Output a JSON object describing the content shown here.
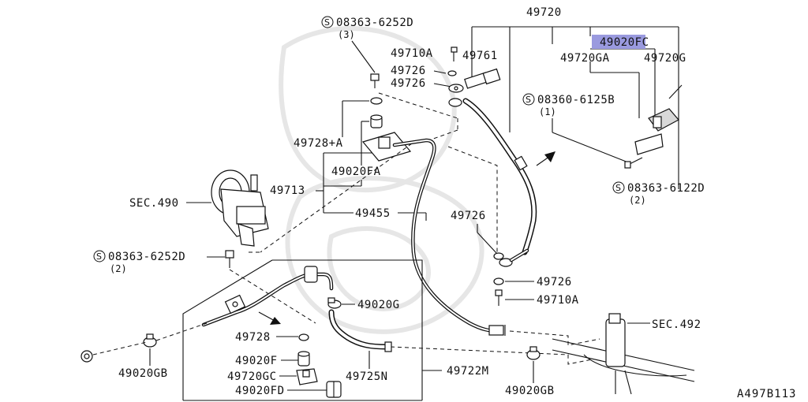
{
  "diagram_ref": "A497B113",
  "highlight_color": "#9a9adf",
  "labels": {
    "p49720": "49720",
    "p49020FC": "49020FC",
    "p49720GA": "49720GA",
    "p49720G": "49720G",
    "p49710A_top": "49710A",
    "p49761": "49761",
    "p49726_a": "49726",
    "p49726_b": "49726",
    "bolt_08363_6252D_top": "08363-6252D",
    "bolt_08363_6252D_top_qty": "(3)",
    "bolt_08360_6125B": "08360-6125B",
    "bolt_08360_6125B_qty": "(1)",
    "bolt_08363_6122D": "08363-6122D",
    "bolt_08363_6122D_qty": "(2)",
    "p49728A": "49728+A",
    "p49020FA": "49020FA",
    "p49713": "49713",
    "p49455": "49455",
    "sec490": "SEC.490",
    "p49726_c": "49726",
    "bolt_08363_6252D_left": "08363-6252D",
    "bolt_08363_6252D_left_qty": "(2)",
    "p49726_d": "49726",
    "p49710A_bottom": "49710A",
    "p49020G": "49020G",
    "sec492": "SEC.492",
    "p49728": "49728",
    "p49020F": "49020F",
    "p49720GC": "49720GC",
    "p49725N": "49725N",
    "p49722M": "49722M",
    "p49020FD": "49020FD",
    "p49020GB_left": "49020GB",
    "p49020GB_right": "49020GB",
    "s_mark": "S"
  },
  "icons": {
    "arrow": "flow-arrow-icon",
    "s_mark": "s-circle-icon"
  }
}
